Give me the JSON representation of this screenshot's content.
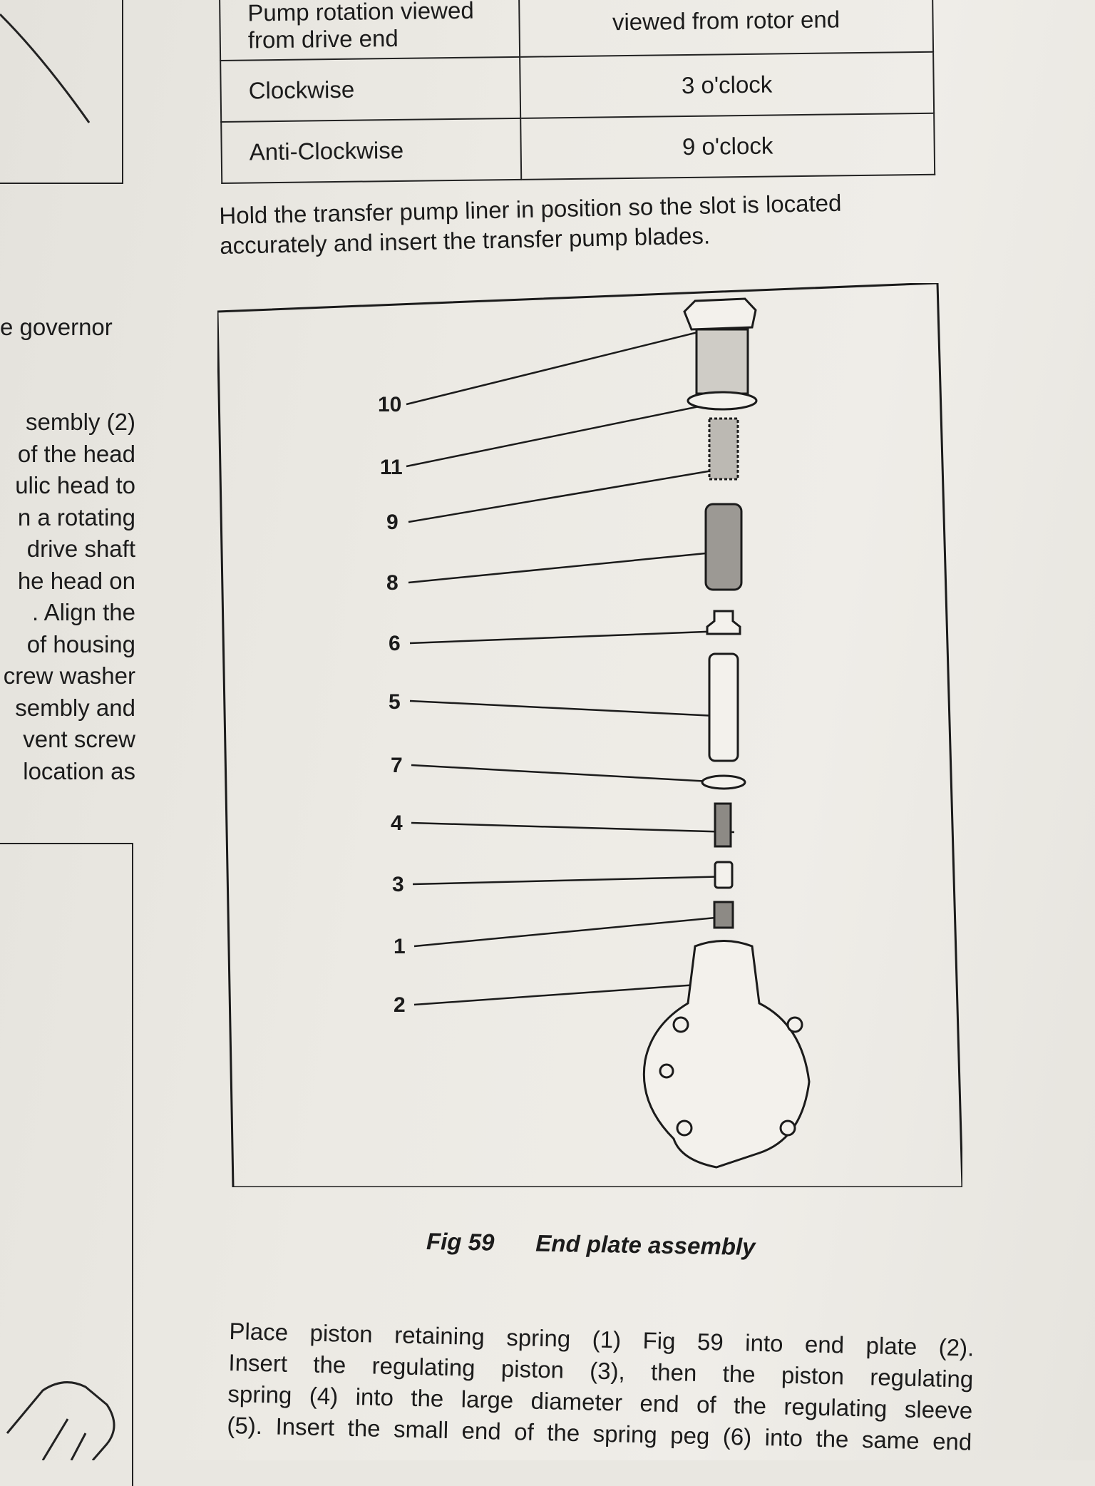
{
  "table": {
    "header": [
      "Pump rotation viewed from drive end",
      "viewed from rotor end"
    ],
    "rows": [
      [
        "Clockwise",
        "3 o'clock"
      ],
      [
        "Anti-Clockwise",
        "9 o'clock"
      ]
    ]
  },
  "instruction_1": "Hold the transfer pump liner in position so the slot is located accurately and insert the transfer pump blades.",
  "left_column": {
    "governor_line": "e governor",
    "lines": [
      "sembly (2)",
      "of the head",
      "ulic head to",
      "n a rotating",
      "drive shaft",
      "he head on",
      ". Align the",
      "of housing",
      "crew washer",
      "sembly and",
      "vent screw",
      "location as"
    ]
  },
  "figure": {
    "labels": [
      "10",
      "11",
      "9",
      "8",
      "6",
      "5",
      "7",
      "4",
      "3",
      "1",
      "2"
    ],
    "caption_number": "Fig 59",
    "caption_title": "End plate assembly"
  },
  "instruction_2_lines": [
    "Place piston retaining spring (1) Fig 59 into end plate (2).",
    "Insert the regulating piston (3), then the piston regulating",
    "spring (4) into the large diameter end of the regulating sleeve",
    "(5). Insert the small end of the spring peg (6) into the same end"
  ]
}
